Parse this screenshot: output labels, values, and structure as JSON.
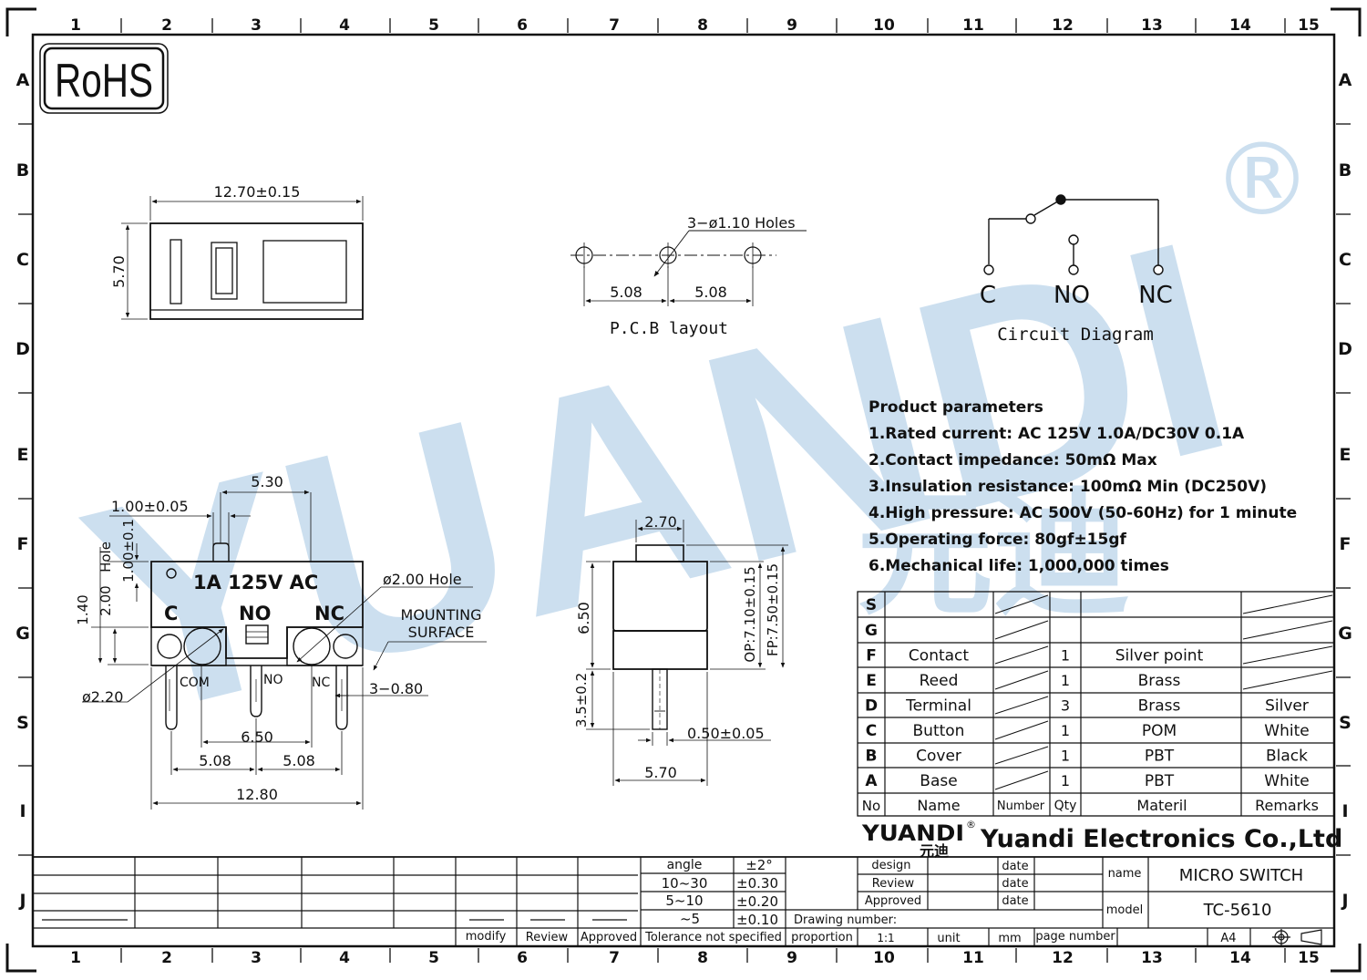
{
  "frame": {
    "col_numbers": [
      "1",
      "2",
      "3",
      "4",
      "5",
      "6",
      "7",
      "8",
      "9",
      "10",
      "11",
      "12",
      "13",
      "14",
      "15"
    ],
    "row_letters": [
      "A",
      "B",
      "C",
      "D",
      "E",
      "F",
      "G",
      "S",
      "I",
      "J"
    ]
  },
  "logo": {
    "rohs": "RoHS",
    "watermark": "YUANDI",
    "watermark_cn": "元迪",
    "registered": "®"
  },
  "top_view": {
    "width_dim": "12.70±0.15",
    "height_dim": "5.70"
  },
  "pcb": {
    "holes_label": "3−ø1.10  Holes",
    "pitch1": "5.08",
    "pitch2": "5.08",
    "caption": "P.C.B  layout"
  },
  "circuit": {
    "c": "C",
    "no": "NO",
    "nc": "NC",
    "caption": "Circuit  Diagram"
  },
  "parameters": {
    "title": "Product parameters",
    "items": [
      "1.Rated current: AC 125V 1.0A/DC30V 0.1A",
      "2.Contact impedance: 50mΩ Max",
      "3.Insulation resistance: 100mΩ Min  (DC250V)",
      "4.High pressure: AC 500V   (50-60Hz)  for 1 minute",
      "5.Operating force: 80gf±15gf",
      "6.Mechanical life: 1,000,000 times"
    ]
  },
  "front_view": {
    "rating": "1A 125V AC",
    "c": "C",
    "no": "NO",
    "nc": "NC",
    "com_small": "COM",
    "no_small": "NO",
    "nc_small": "NC",
    "dim_530": "5.30",
    "dim_100": "1.00±0.05",
    "dim_100v": "1.00±0.1",
    "dim_200": "2.00",
    "hole_v": "Hole",
    "dim_140": "1.40",
    "hole2": "ø2.00  Hole",
    "mounting1": "MOUNTING",
    "mounting2": "SURFACE",
    "dim_080": "3−0.80",
    "dim_220": "ø2.20",
    "dim_650": "6.50",
    "dim_508a": "5.08",
    "dim_508b": "5.08",
    "dim_1280": "12.80"
  },
  "side_view": {
    "dim_270": "2.70",
    "dim_650": "6.50",
    "dim_35": "3.5±0.2",
    "op": "OP:7.10±0.15",
    "fp": "FP:7.50±0.15",
    "dim_050": "0.50±0.05",
    "dim_570": "5.70"
  },
  "bom": {
    "headers": [
      "No",
      "Name",
      "Number",
      "Qty",
      "Materil",
      "Remarks"
    ],
    "rows": [
      {
        "no": "S",
        "name": "",
        "qty": "",
        "material": "",
        "remarks": ""
      },
      {
        "no": "G",
        "name": "",
        "qty": "",
        "material": "",
        "remarks": ""
      },
      {
        "no": "F",
        "name": "Contact",
        "qty": "1",
        "material": "Silver point",
        "remarks": ""
      },
      {
        "no": "E",
        "name": "Reed",
        "qty": "1",
        "material": "Brass",
        "remarks": ""
      },
      {
        "no": "D",
        "name": "Terminal",
        "qty": "3",
        "material": "Brass",
        "remarks": "Silver"
      },
      {
        "no": "C",
        "name": "Button",
        "qty": "1",
        "material": "POM",
        "remarks": "White"
      },
      {
        "no": "B",
        "name": "Cover",
        "qty": "1",
        "material": "PBT",
        "remarks": "Black"
      },
      {
        "no": "A",
        "name": "Base",
        "qty": "1",
        "material": "PBT",
        "remarks": "White"
      }
    ]
  },
  "title_block": {
    "brand": "YUANDI",
    "brand_cn": "元迪",
    "company": "Yuandi Electronics Co.,Ltd",
    "design": "design",
    "review": "Review",
    "approved": "Approved",
    "date": "date",
    "name_label": "name",
    "name_value": "MICRO SWITCH",
    "model_label": "model",
    "model_value": "TC-5610",
    "drawing_number": "Drawing number:",
    "proportion": "proportion",
    "scale": "1:1",
    "unit": "unit",
    "unit_value": "mm",
    "page_number": "page number",
    "sheet": "A4",
    "angle": "angle",
    "angle_tol": "±2°",
    "range1": "10~30",
    "tol1": "±0.30",
    "range2": "5~10",
    "tol2": "±0.20",
    "range3": "~5",
    "tol3": "±0.10",
    "tolerance_note": "Tolerance not specified",
    "modify": "modify",
    "review_col": "Review",
    "approved_col": "Approved"
  }
}
